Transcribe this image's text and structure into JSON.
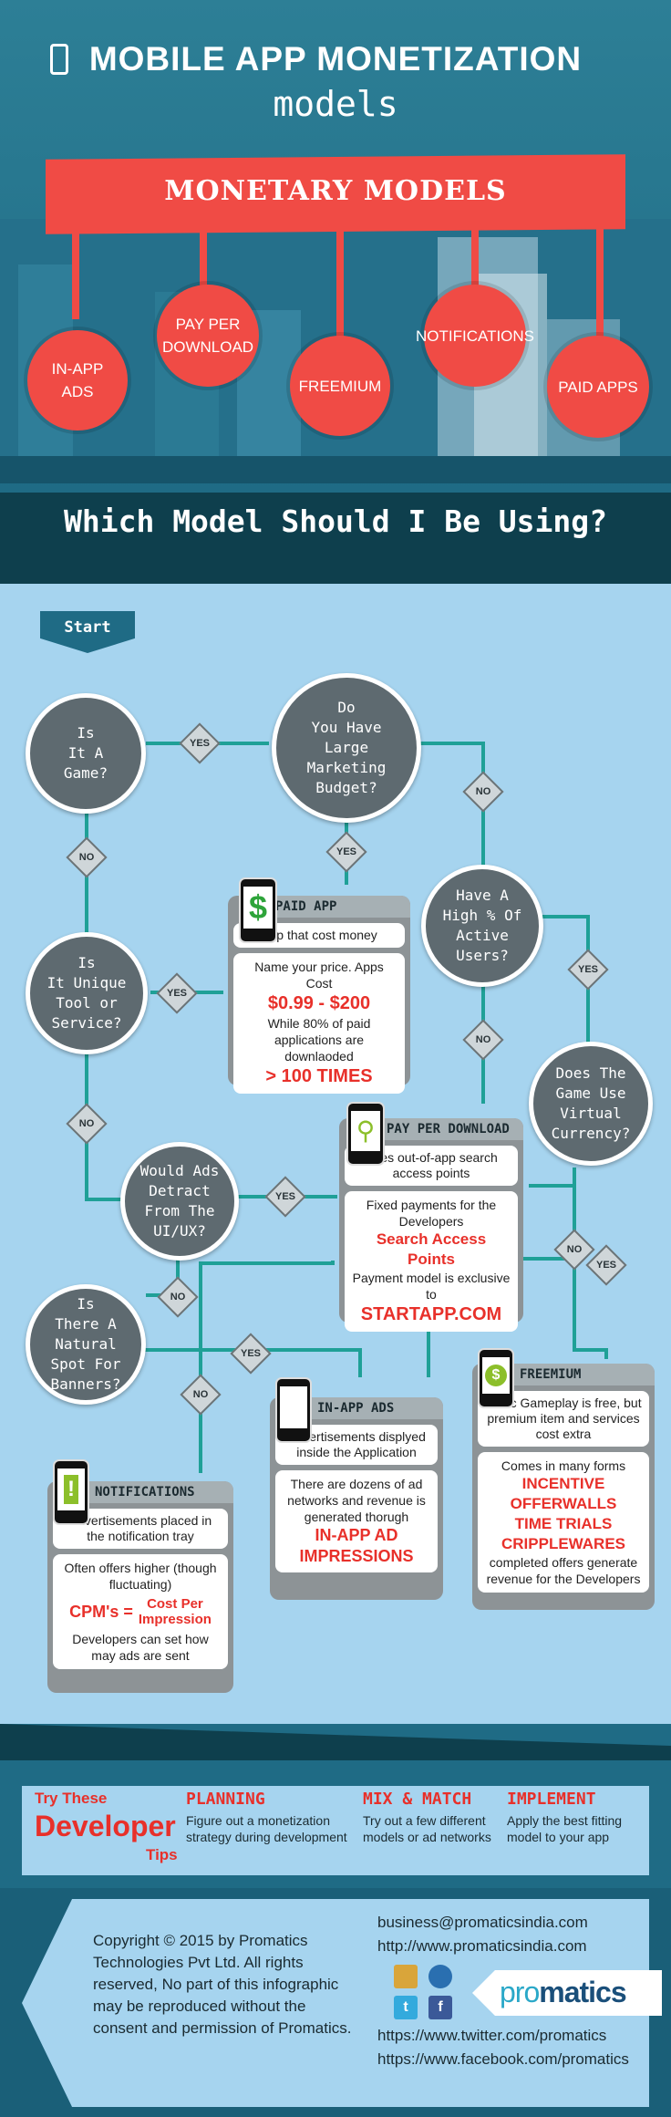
{
  "header": {
    "title_line1": "MOBILE APP MONETIZATION",
    "title_line2": "models",
    "banner": "MONETARY MODELS",
    "models": [
      "IN-APP\nADS",
      "PAY PER\nDOWNLOAD",
      "FREEMIUM",
      "NOTIFICATIONS",
      "PAID APPS"
    ]
  },
  "question": "Which Model Should I Be Using?",
  "flow": {
    "start": "Start",
    "q_game": "Is\nIt A\nGame?",
    "q_marketing": "Do\nYou Have\nLarge\nMarketing\nBudget?",
    "q_active": "Have A\nHigh % Of\nActive\nUsers?",
    "q_unique": "Is\nIt Unique\nTool or\nService?",
    "q_virtual": "Does The\nGame Use\nVirtual\nCurrency?",
    "q_ads": "Would Ads\nDetract\nFrom The\nUI/UX?",
    "q_banner": "Is\nThere A\nNatural\nSpot For\nBanners?",
    "yes": "YES",
    "no": "NO"
  },
  "cards": {
    "paid": {
      "title": "PAID APP",
      "sub": "App that cost money",
      "l1": "Name your price. Apps Cost",
      "price": "$0.99  -  $200",
      "l2": "While 80% of paid applications are downlaoded",
      "times": "> 100 TIMES"
    },
    "ppd": {
      "title": "PAY PER DOWNLOAD",
      "sub": "Uses out-of-app search access points",
      "l1": "Fixed payments for the Developers",
      "sap": "Search Access Points",
      "l2": "Payment model is exclusive to",
      "startapp": "STARTAPP.COM"
    },
    "freemium": {
      "title": "FREEMIUM",
      "sub": "Basic Gameplay is free, but premium item and services cost extra",
      "l1": "Comes in many forms",
      "forms": "INCENTIVE OFFERWALLS\nTIME TRIALS\nCRIPPLEWARES",
      "l2": "completed offers generate revenue for the Developers"
    },
    "inapp": {
      "title": "IN-APP ADS",
      "sub": "Advertisements displyed inside the Application",
      "l1": "There are dozens of ad networks and revenue is generated thorugh",
      "imp": "IN-APP AD\nIMPRESSIONS"
    },
    "notif": {
      "title": "NOTIFICATIONS",
      "sub": "Advertisements placed in the notification tray",
      "l1": "Often offers higher (though fluctuating)",
      "cpm": "CPM's =",
      "cpm_def": "Cost Per\nImpression",
      "l2": "Developers can set how may ads are sent"
    }
  },
  "tips": {
    "try": "Try These",
    "developer": "Developer",
    "tips": "Tips",
    "items": [
      {
        "title": "PLANNING",
        "text": "Figure out a monetization strategy during development"
      },
      {
        "title": "MIX & MATCH",
        "text": "Try out a few different models or ad networks"
      },
      {
        "title": "IMPLEMENT",
        "text": "Apply the best fitting model to your app"
      }
    ]
  },
  "footer": {
    "copyright": "Copyright © 2015 by Promatics Technologies Pvt Ltd. All rights reserved, No part of this infographic may be reproduced without the consent and permission of Promatics.",
    "email": "business@promaticsindia.com",
    "web": "http://www.promaticsindia.com",
    "twitter": "https://www.twitter.com/promatics",
    "facebook": "https://www.facebook.com/promatics",
    "logo_a": "pro",
    "logo_b": "matics"
  },
  "colors": {
    "accent_red": "#f04b45",
    "teal": "#2aa198",
    "flow_bg": "#a6d4ef",
    "dark_band": "#0e3f4d"
  },
  "icons": [
    "phone-icon",
    "dollar-icon",
    "search-icon",
    "exclamation-icon",
    "email-icon",
    "globe-icon",
    "twitter-icon",
    "facebook-icon"
  ]
}
